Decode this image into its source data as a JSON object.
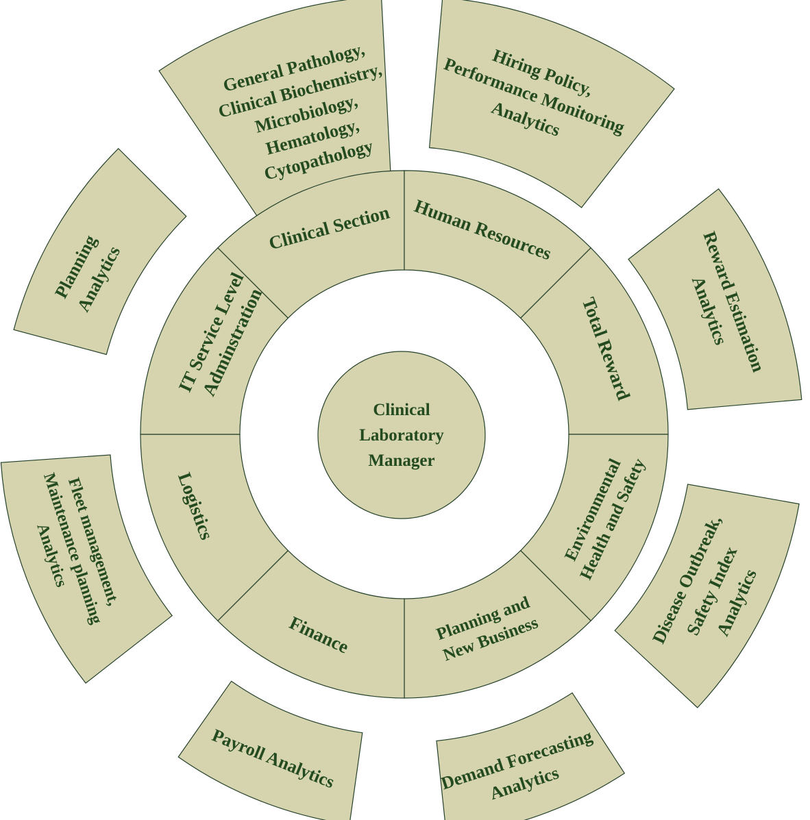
{
  "center": {
    "lines": [
      "Clinical",
      "Laboratory",
      "Manager"
    ]
  },
  "inner_ring": [
    {
      "id": "clinical-section",
      "lines": [
        "Clinical Section"
      ]
    },
    {
      "id": "human-resources",
      "lines": [
        "Human Resources"
      ]
    },
    {
      "id": "total-reward",
      "lines": [
        "Total Reward"
      ]
    },
    {
      "id": "environmental-health-safety",
      "lines": [
        "Environmental",
        "Health and Safety"
      ]
    },
    {
      "id": "planning-new-business",
      "lines": [
        "Planning and",
        "New Business"
      ]
    },
    {
      "id": "finance",
      "lines": [
        "Finance"
      ]
    },
    {
      "id": "logistics",
      "lines": [
        "Logistics"
      ]
    },
    {
      "id": "it-service-level",
      "lines": [
        "IT Service Level",
        "Adminstration"
      ]
    }
  ],
  "outer_ring": [
    {
      "id": "clinical-analytics",
      "lines": [
        "General Pathology,",
        "Clinical Biochemistry,",
        "Microbiology,",
        "Hematology,",
        "Cytopathology"
      ]
    },
    {
      "id": "hiring-analytics",
      "lines": [
        "Hiring Policy,",
        "Performance Monitoring",
        "Analytics"
      ]
    },
    {
      "id": "reward-analytics",
      "lines": [
        "Reward Estimation",
        "Analytics"
      ]
    },
    {
      "id": "disease-analytics",
      "lines": [
        "Disease Outbreak,",
        "Safety Index",
        "Analytics"
      ]
    },
    {
      "id": "demand-analytics",
      "lines": [
        "Demand Forecasting",
        "Analytics"
      ]
    },
    {
      "id": "payroll-analytics",
      "lines": [
        "Payroll Analytics"
      ]
    },
    {
      "id": "fleet-analytics",
      "lines": [
        "Fleet management,",
        "Maintenance planning",
        "Analytics"
      ]
    },
    {
      "id": "planning-analytics",
      "lines": [
        "Planning",
        "Analytics"
      ]
    }
  ],
  "colors": {
    "fill": "#d5d4af",
    "stroke": "#26412a",
    "text": "#244a1f"
  }
}
